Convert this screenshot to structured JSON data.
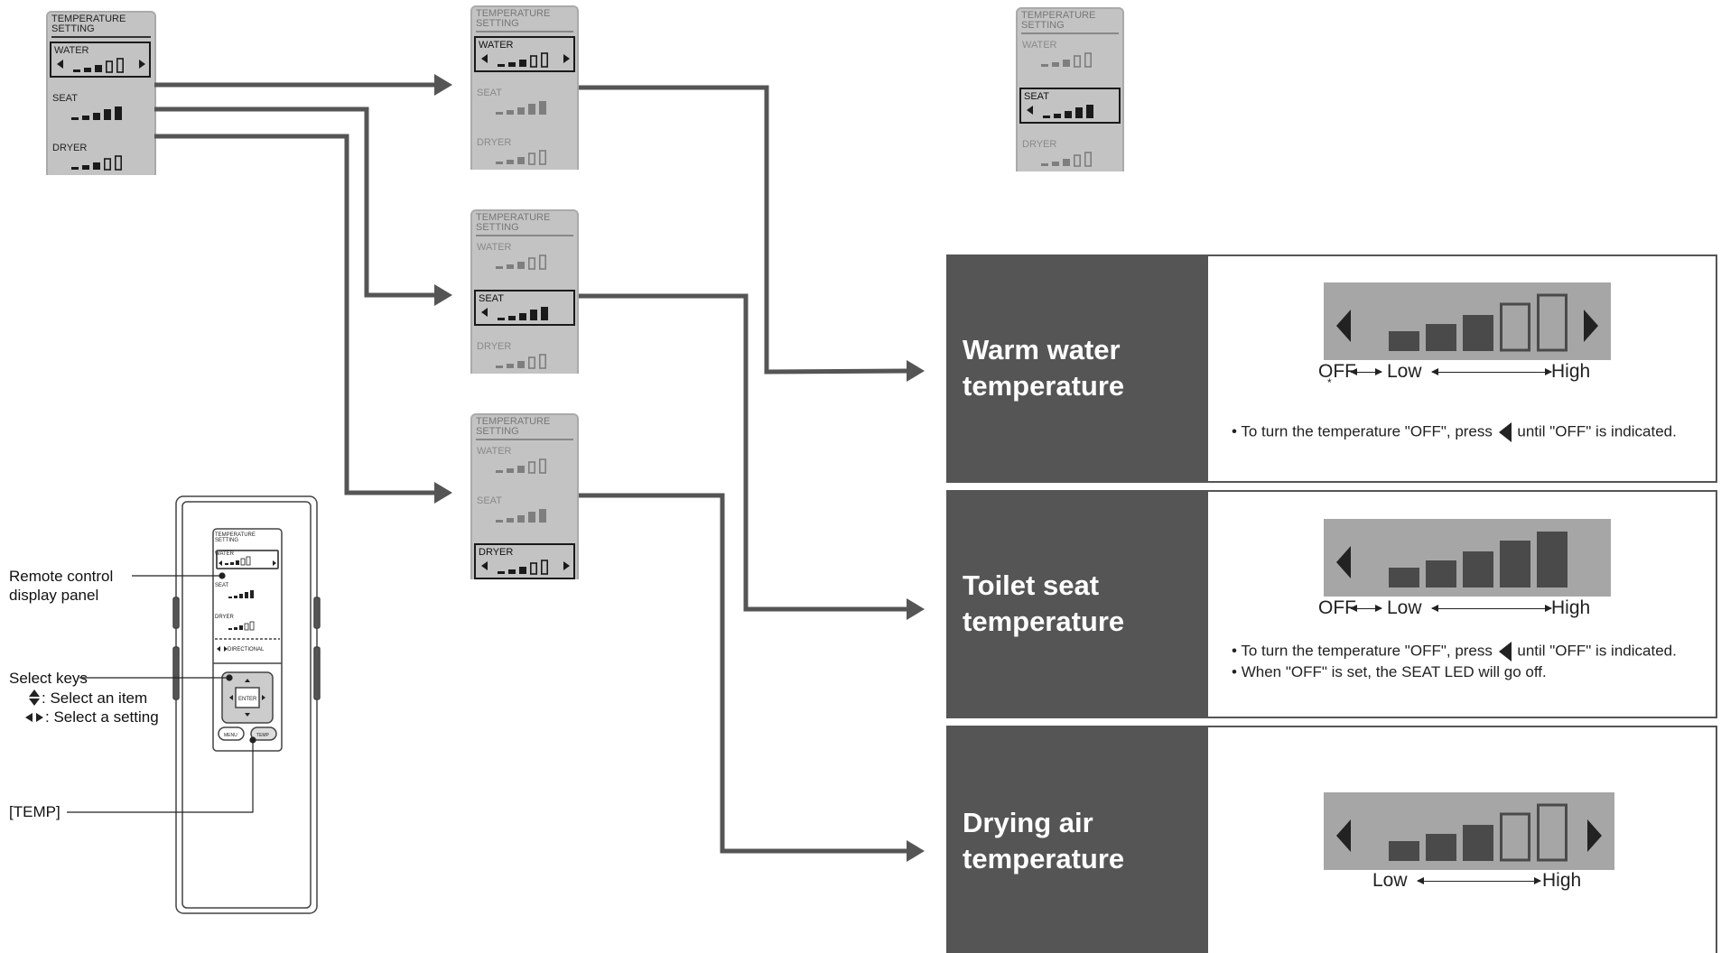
{
  "screens": {
    "header": [
      "TEMPERATURE",
      "SETTING"
    ],
    "row_labels": [
      "WATER",
      "SEAT",
      "DRYER"
    ]
  },
  "panels": [
    {
      "title_lines": [
        "Warm water",
        "temperature"
      ],
      "off_label": "OFF",
      "low_label": "Low",
      "high_label": "High",
      "asterisk": "*",
      "notes": [
        {
          "before": "To turn the temperature \"OFF\", press",
          "after": "until \"OFF\" is indicated."
        }
      ]
    },
    {
      "title_lines": [
        "Toilet seat",
        "temperature"
      ],
      "off_label": "OFF",
      "low_label": "Low",
      "high_label": "High",
      "notes": [
        {
          "before": "To turn the temperature \"OFF\", press",
          "after": "until \"OFF\" is indicated."
        },
        {
          "before": "When \"OFF\" is set, the SEAT LED will go off.",
          "after": ""
        }
      ]
    },
    {
      "title_lines": [
        "Drying air",
        "temperature"
      ],
      "low_label": "Low",
      "high_label": "High",
      "notes": []
    }
  ],
  "remote": {
    "display_label": [
      "Remote control",
      "display panel"
    ],
    "select_keys": [
      "Select keys",
      ": Select an item",
      ": Select a setting"
    ],
    "temp_label": "[TEMP]",
    "screen_header": [
      "TEMPERATURE",
      "SETTING"
    ],
    "rows": [
      "WATER",
      "SEAT",
      "DRYER"
    ],
    "directional": "DIRECTIONAL",
    "enter": "ENTER",
    "menu": "MENU",
    "temp": "TEMP"
  },
  "colors": {
    "dark_panel": "#555555",
    "scale_bg": "#a6a6a6",
    "screen_bg": "#c3c3c3",
    "arrow": "#555555"
  }
}
